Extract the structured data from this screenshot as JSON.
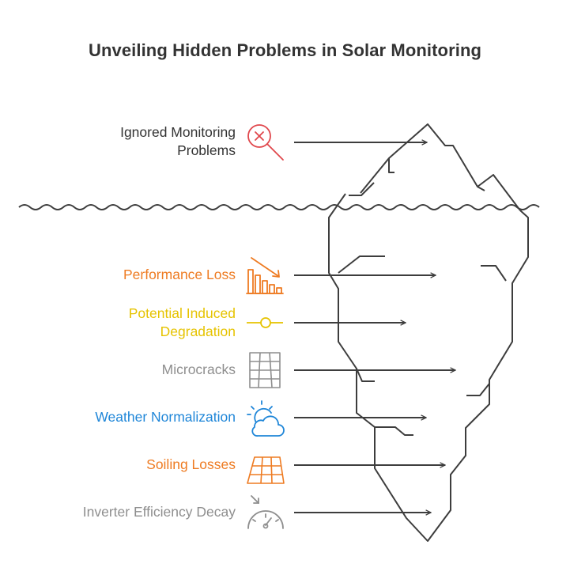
{
  "title": "Unveiling Hidden Problems in Solar Monitoring",
  "colors": {
    "line": "#3d3d3d",
    "red": "#e0474c",
    "orange": "#ee7b22",
    "yellow": "#e6c300",
    "gray": "#8e8e8e",
    "blue": "#1f86d8"
  },
  "items": [
    {
      "label_line1": "Ignored Monitoring",
      "label_line2": "Problems",
      "icon": "magnifier-x-icon",
      "color": "#333333"
    },
    {
      "label_line1": "Performance Loss",
      "icon": "declining-bar-chart-icon",
      "color": "#ee7b22"
    },
    {
      "label_line1": "Potential Induced",
      "label_line2": "Degradation",
      "icon": "node-line-icon",
      "color": "#e6c300"
    },
    {
      "label_line1": "Microcracks",
      "icon": "cracked-panel-icon",
      "color": "#8e8e8e"
    },
    {
      "label_line1": "Weather Normalization",
      "icon": "sun-cloud-icon",
      "color": "#1f86d8"
    },
    {
      "label_line1": "Soiling Losses",
      "icon": "solar-panel-icon",
      "color": "#ee7b22"
    },
    {
      "label_line1": "Inverter Efficiency Decay",
      "icon": "gauge-icon",
      "color": "#8e8e8e"
    }
  ]
}
